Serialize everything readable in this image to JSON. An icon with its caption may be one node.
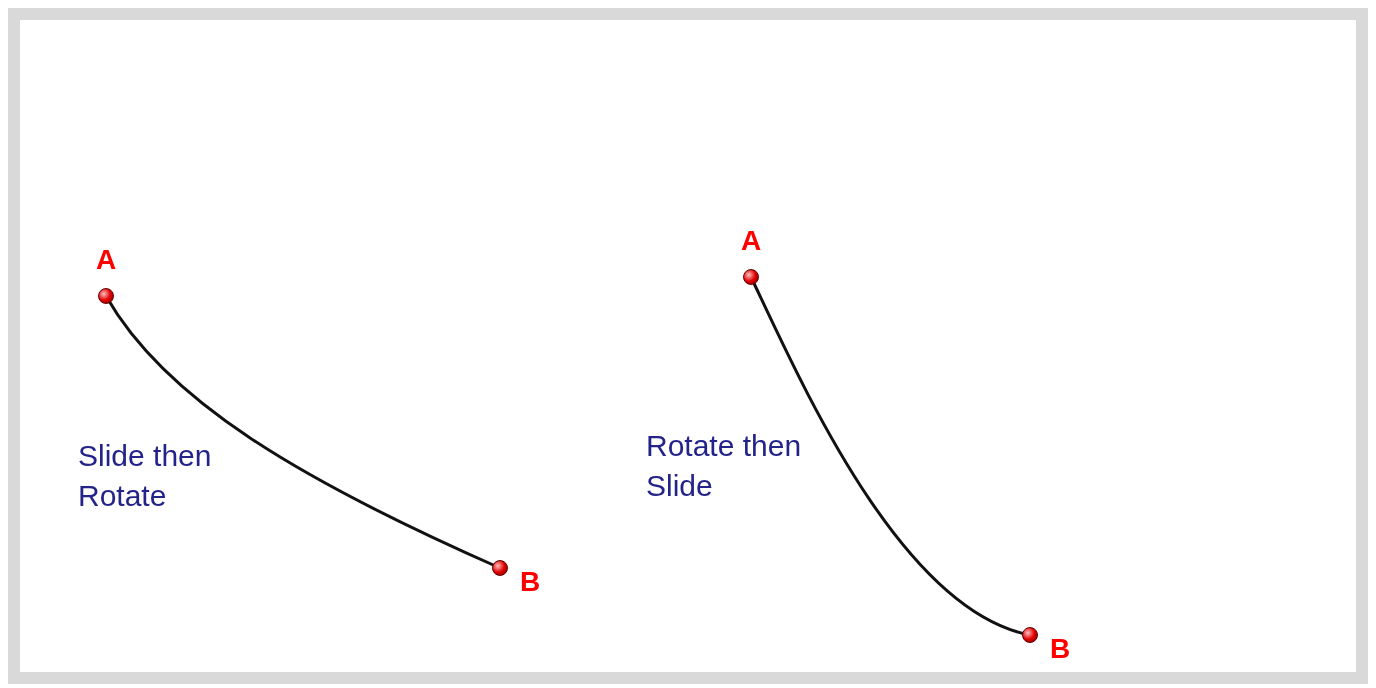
{
  "diagram": {
    "nodes": [
      {
        "text": [
          "A"
        ]
      },
      {
        "text": [
          "B"
        ]
      },
      {
        "text": [
          "A"
        ]
      },
      {
        "text": [
          "B"
        ]
      }
    ],
    "edges": [
      {
        "from": 0,
        "to": 1,
        "arrow": "none"
      },
      {
        "from": 2,
        "to": 3,
        "arrow": "none"
      }
    ],
    "labels": [
      "Slide then Rotate",
      "Rotate then Slide"
    ]
  }
}
